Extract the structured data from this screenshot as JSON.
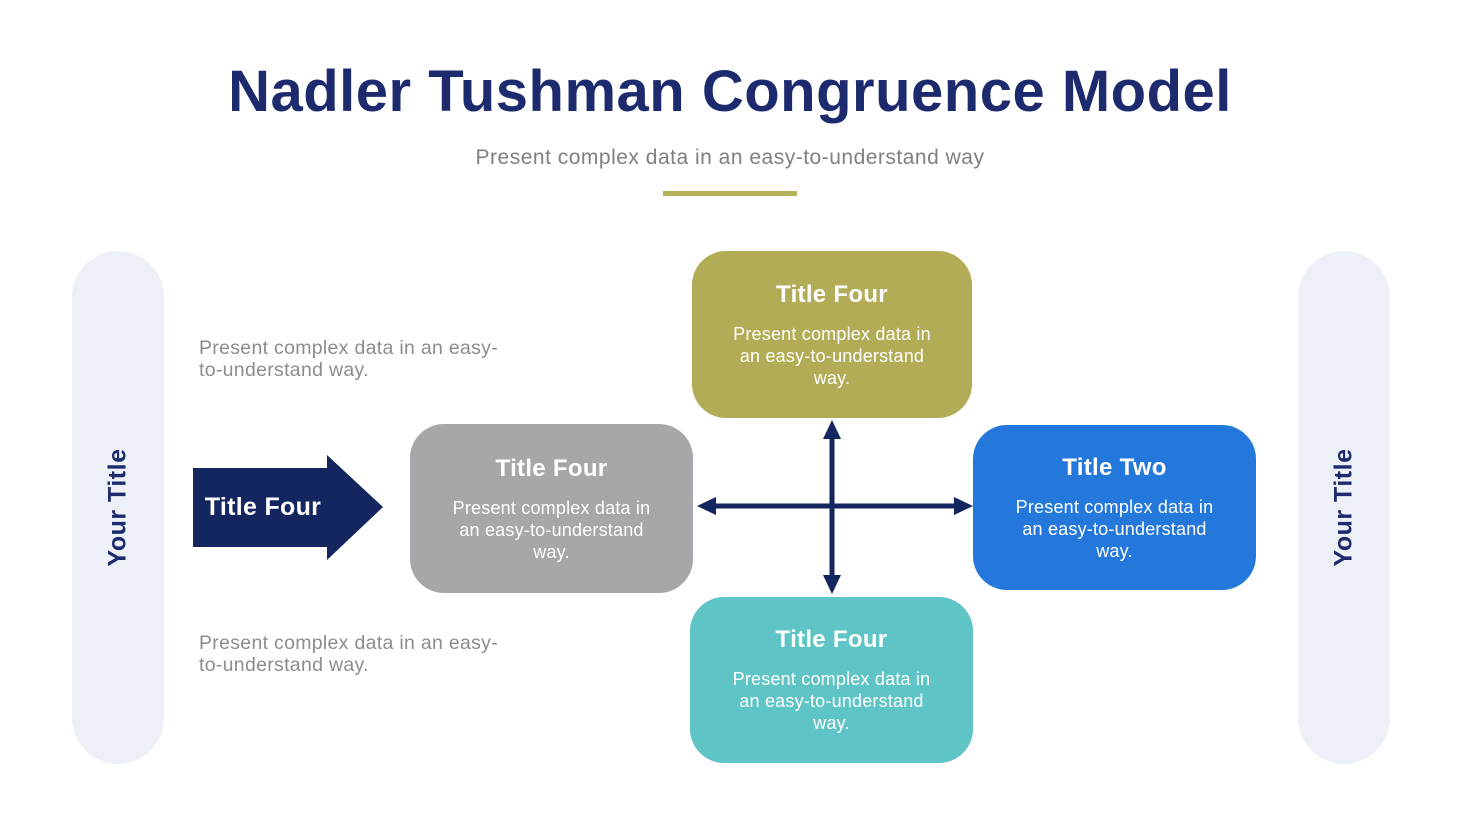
{
  "header": {
    "title": "Nadler Tushman Congruence Model",
    "subtitle": "Present complex data in an easy-to-understand way"
  },
  "colors": {
    "title_navy": "#1D2B6E",
    "navy": "#14265F",
    "subtitle_gray": "#7F7F7F",
    "paragraph_gray": "#8C8C8C",
    "underline_olive": "#B5B259",
    "rail_bg": "#EDF1F7"
  },
  "left_rail": {
    "label": "Your Title"
  },
  "right_rail": {
    "label": "Your Title"
  },
  "annotations": {
    "top": "Present complex data in an easy-to-understand way.",
    "bottom": "Present complex data in an easy-to-understand way."
  },
  "pointer": {
    "label": "Title Four"
  },
  "boxes": {
    "top": {
      "title": "Title Four",
      "body": "Present complex data in an easy-to-understand way.",
      "color": "#B2AC57"
    },
    "left": {
      "title": "Title Four",
      "body": "Present complex data in an easy-to-understand way.",
      "color": "#A6A6AB"
    },
    "right": {
      "title": "Title Two",
      "body": "Present complex data in an easy-to-understand way.",
      "color": "#2478DB"
    },
    "bottom": {
      "title": "Title Four",
      "body": "Present complex data in an easy-to-understand way.",
      "color": "#5FC4C6"
    }
  }
}
